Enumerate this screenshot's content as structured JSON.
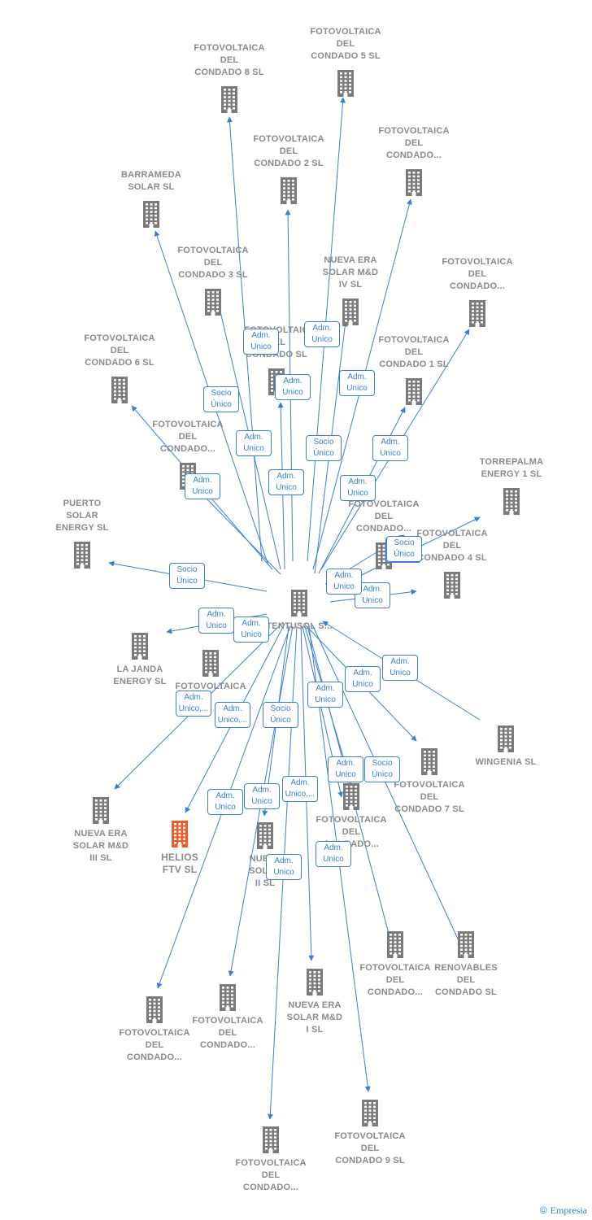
{
  "colors": {
    "edge": "#3a7fd5",
    "node": "#7a7a7a",
    "focus": "#f05a28",
    "label": "#8a8a8a"
  },
  "footer": {
    "copyright": "©",
    "brand": "Empresia"
  },
  "nodes": [
    {
      "id": "tentusol",
      "label": "TENTUSOL S...",
      "icon": "building-icon"
    },
    {
      "id": "helios",
      "label": "HELIOS\nFTV  SL",
      "icon": "building-icon",
      "focus": true
    },
    {
      "id": "fc8",
      "label": "FOTOVOLTAICA\nDEL\nCONDADO 8 SL",
      "icon": "building-icon"
    },
    {
      "id": "fc5",
      "label": "FOTOVOLTAICA\nDEL\nCONDADO 5 SL",
      "icon": "building-icon"
    },
    {
      "id": "fc2",
      "label": "FOTOVOLTAICA\nDEL\nCONDADO 2 SL",
      "icon": "building-icon"
    },
    {
      "id": "fcA",
      "label": "FOTOVOLTAICA\nDEL\nCONDADO...",
      "icon": "building-icon"
    },
    {
      "id": "barrameda",
      "label": "BARRAMEDA\nSOLAR  SL",
      "icon": "building-icon"
    },
    {
      "id": "fc3",
      "label": "FOTOVOLTAICA\nDEL\nCONDADO 3 SL",
      "icon": "building-icon"
    },
    {
      "id": "ne4",
      "label": "NUEVA ERA\nSOLAR M&D\nIV  SL",
      "icon": "building-icon"
    },
    {
      "id": "fcB",
      "label": "FOTOVOLTAICA\nDEL\nCONDADO...",
      "icon": "building-icon"
    },
    {
      "id": "fc6",
      "label": "FOTOVOLTAICA\nDEL\nCONDADO 6 SL",
      "icon": "building-icon"
    },
    {
      "id": "fcHidden",
      "label": "FOTOVOLTAIC\nDEL\nCONDADO SL",
      "icon": "building-icon"
    },
    {
      "id": "fc1",
      "label": "FOTOVOLTAICA\nDEL\nCONDADO 1 SL",
      "icon": "building-icon"
    },
    {
      "id": "fcC",
      "label": "FOTOVOLTAICA\nDEL\nCONDADO...",
      "icon": "building-icon"
    },
    {
      "id": "torrepalma",
      "label": "TORREPALMA\nENERGY 1  SL",
      "icon": "building-icon"
    },
    {
      "id": "puerto",
      "label": "PUERTO\nSOLAR\nENERGY  SL",
      "icon": "building-icon"
    },
    {
      "id": "fcD",
      "label": "FOTOVOLTAICA\nDEL\nCONDADO...",
      "icon": "building-icon"
    },
    {
      "id": "fc4",
      "label": "FOTOVOLTAICA\nDEL\nCONDADO 4 SL",
      "icon": "building-icon"
    },
    {
      "id": "lajanda",
      "label": "LA JANDA\nENERGY  SL",
      "icon": "building-icon"
    },
    {
      "id": "fcE",
      "label": "FOTOVOLTAICA",
      "icon": "building-icon"
    },
    {
      "id": "wingenia",
      "label": "WINGENIA SL",
      "icon": "building-icon"
    },
    {
      "id": "fc7",
      "label": "FOTOVOLTAICA\nDEL\nCONDADO 7 SL",
      "icon": "building-icon"
    },
    {
      "id": "ne3",
      "label": "NUEVA ERA\nSOLAR M&D\nIII  SL",
      "icon": "building-icon"
    },
    {
      "id": "ne2",
      "label": "NUEVA\nSOLAR\nII  SL",
      "icon": "building-icon"
    },
    {
      "id": "fcF",
      "label": "FOTOVOLTAICA\nDEL\nCONDADO...",
      "icon": "building-icon"
    },
    {
      "id": "fcG",
      "label": "FOTOVOLTAICA\nDEL\nCONDADO...",
      "icon": "building-icon"
    },
    {
      "id": "renovables",
      "label": "RENOVABLES\nDEL\nCONDADO SL",
      "icon": "building-icon"
    },
    {
      "id": "ne1",
      "label": "NUEVA ERA\nSOLAR M&D\nI  SL",
      "icon": "building-icon"
    },
    {
      "id": "fcH",
      "label": "FOTOVOLTAICA\nDEL\nCONDADO...",
      "icon": "building-icon"
    },
    {
      "id": "fcI",
      "label": "FOTOVOLTAICA\nDEL\nCONDADO...",
      "icon": "building-icon"
    },
    {
      "id": "fc9",
      "label": "FOTOVOLTAICA\nDEL\nCONDADO 9 SL",
      "icon": "building-icon"
    },
    {
      "id": "fcJ",
      "label": "FOTOVOLTAICA\nDEL\nCONDADO...",
      "icon": "building-icon"
    }
  ],
  "edges": [
    {
      "from": "tentusol",
      "to": "fc8",
      "relation": "Adm.\nUnico"
    },
    {
      "from": "tentusol",
      "to": "fc5",
      "relation": "Adm.\nUnico"
    },
    {
      "from": "tentusol",
      "to": "fc2",
      "relation": "Adm.\nUnico"
    },
    {
      "from": "tentusol",
      "to": "fcA",
      "relation": "Adm.\nUnico"
    },
    {
      "from": "tentusol",
      "to": "barrameda",
      "relation": "Socio\nÚnico"
    },
    {
      "from": "tentusol",
      "to": "fc3",
      "relation": "Adm.\nUnico"
    },
    {
      "from": "tentusol",
      "to": "ne4",
      "relation": "Socio\nÚnico"
    },
    {
      "from": "tentusol",
      "to": "fcB",
      "relation": "Adm.\nUnico"
    },
    {
      "from": "tentusol",
      "to": "fc6",
      "relation": "Adm.\nUnico"
    },
    {
      "from": "tentusol",
      "to": "fc1",
      "relation": "Adm.\nUnico"
    },
    {
      "from": "tentusol",
      "to": "fcD",
      "relation": "Adm.\nUnico"
    },
    {
      "from": "tentusol",
      "to": "torrepalma",
      "relation": "Socio\nÚnico"
    },
    {
      "from": "tentusol",
      "to": "puerto",
      "relation": "Socio\nÚnico"
    },
    {
      "from": "tentusol",
      "to": "fc4",
      "relation": "Adm.\nUnico"
    },
    {
      "from": "tentusol",
      "to": "fcC",
      "relation": "Adm.\nUnico"
    },
    {
      "from": "tentusol",
      "to": "fcHidden",
      "relation": "Adm.\nUnico"
    },
    {
      "from": "tentusol",
      "to": "lajanda",
      "relation": "Adm.\nUnico"
    },
    {
      "from": "tentusol",
      "to": "fcE",
      "relation": "Adm.\nUnico"
    },
    {
      "from": "wingenia",
      "to": "tentusol",
      "relation": "Adm.\nUnico"
    },
    {
      "from": "tentusol",
      "to": "fc7",
      "relation": "Adm.\nUnico"
    },
    {
      "from": "tentusol",
      "to": "ne3",
      "relation": "Adm.\nUnico,..."
    },
    {
      "from": "tentusol",
      "to": "helios",
      "relation": "Adm.\nUnico,..."
    },
    {
      "from": "tentusol",
      "to": "ne2",
      "relation": "Socio\nÚnico"
    },
    {
      "from": "tentusol",
      "to": "fcF",
      "relation": "Adm.\nUnico"
    },
    {
      "from": "tentusol",
      "to": "fcG",
      "relation": "Adm.\nUnico"
    },
    {
      "from": "tentusol",
      "to": "renovables",
      "relation": "Socio\nÚnico"
    },
    {
      "from": "tentusol",
      "to": "ne1",
      "relation": "Adm.\nUnico,..."
    },
    {
      "from": "tentusol",
      "to": "fcH",
      "relation": "Adm.\nUnico"
    },
    {
      "from": "tentusol",
      "to": "fcI",
      "relation": "Adm.\nUnico"
    },
    {
      "from": "tentusol",
      "to": "fc9",
      "relation": "Adm.\nUnico"
    },
    {
      "from": "tentusol",
      "to": "fcJ",
      "relation": "Adm.\nUnico"
    },
    {
      "from": "tentusol",
      "to": "fcF",
      "relation": "Adm.\nUnico"
    }
  ]
}
